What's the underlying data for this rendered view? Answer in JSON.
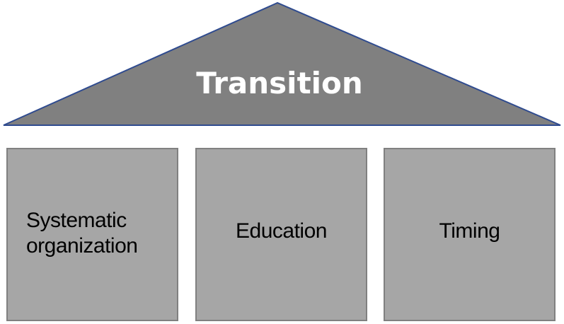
{
  "roof": {
    "title": "Transition",
    "fill": "#808080",
    "stroke": "#2f4b8f"
  },
  "pillars": [
    {
      "label": "Systematic organization"
    },
    {
      "label": "Education"
    },
    {
      "label": "Timing"
    }
  ],
  "colors": {
    "pillar_fill": "#a6a6a6",
    "pillar_border": "#808080",
    "title_text": "#ffffff",
    "pillar_text": "#000000"
  }
}
